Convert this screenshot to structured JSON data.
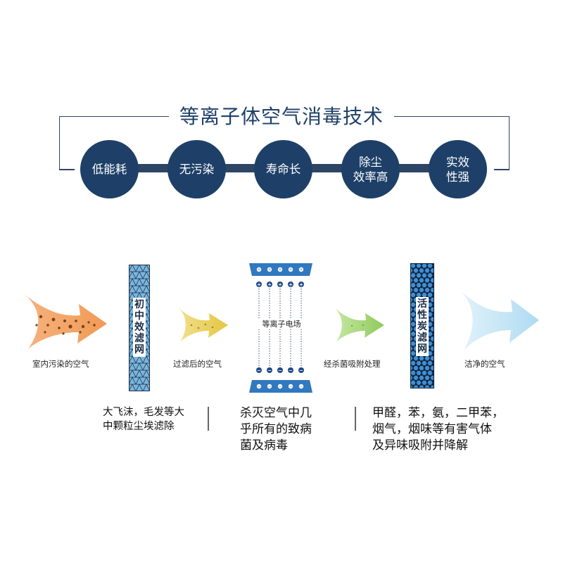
{
  "title": "等离子体空气消毒技术",
  "features": [
    "低能耗",
    "无污染",
    "寿命长",
    "除尘\n效率高",
    "实效\n性强"
  ],
  "stages": [
    {
      "label": "室内污染的空气",
      "arrow_color": "#f19a55"
    },
    {
      "label": "过滤后的空气",
      "arrow_color": "#e9cf58"
    },
    {
      "label": "经杀菌吸附处理",
      "arrow_color": "#9ad16c"
    },
    {
      "label": "洁净的空气",
      "arrow_color": "#bfe4f6"
    }
  ],
  "filters": {
    "primary": "初\n中\n效\n滤\n网",
    "plasma": "等离子电场",
    "carbon": "活\n性\n炭\n滤\n网"
  },
  "notes": [
    "大飞沫，毛发等大\n中颗粒尘埃滤除",
    "杀灭空气中几\n乎所有的致病\n菌及病毒",
    "甲醛，苯，氨，二甲苯，\n烟气，烟味等有害气体\n及异味吸附并降解"
  ],
  "colors": {
    "navy": "#1e4068",
    "filter_blue": "#79b6df",
    "carbon_blue": "#3f8fd6"
  }
}
